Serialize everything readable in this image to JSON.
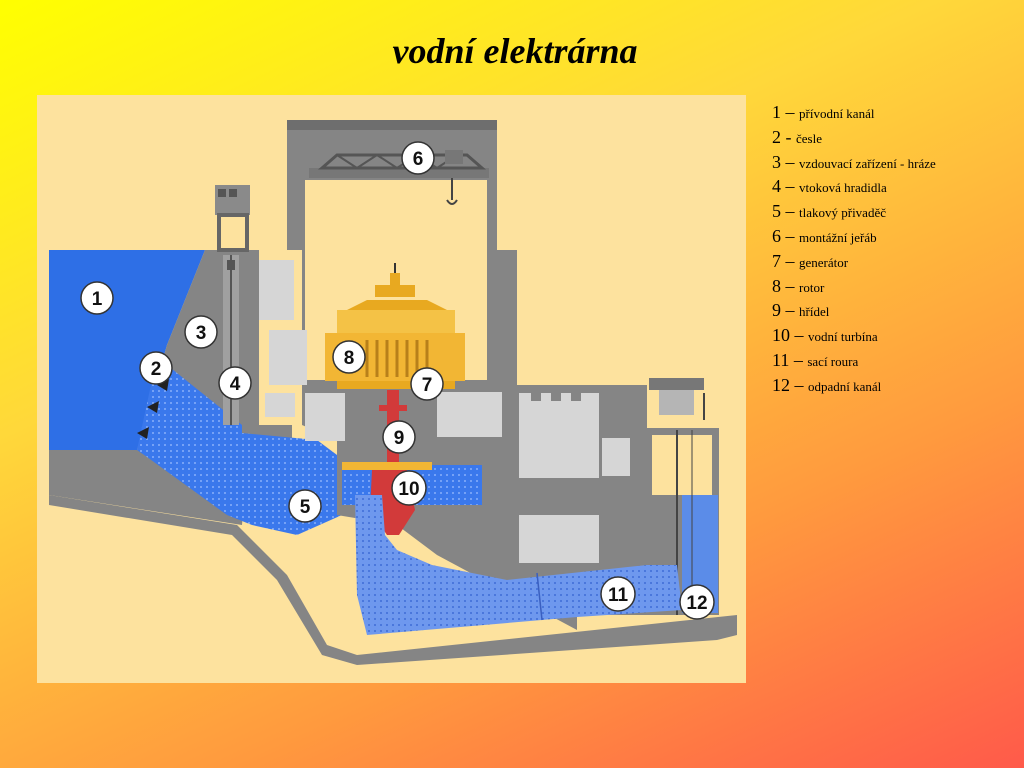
{
  "title": "vodní elektrárna",
  "legend": [
    {
      "num": "1",
      "sep": "–",
      "text": "přívodní kanál"
    },
    {
      "num": "2",
      "sep": "-",
      "text": "česle"
    },
    {
      "num": "3",
      "sep": "–",
      "text": "vzdouvací zařízení - hráze"
    },
    {
      "num": "4",
      "sep": "–",
      "text": "vtoková hradidla"
    },
    {
      "num": "5",
      "sep": "–",
      "text": "tlakový přivaděč"
    },
    {
      "num": "6",
      "sep": "–",
      "text": "montážní jeřáb"
    },
    {
      "num": "7",
      "sep": "–",
      "text": "generátor"
    },
    {
      "num": "8",
      "sep": "–",
      "text": "rotor"
    },
    {
      "num": "9",
      "sep": "–",
      "text": "hřídel"
    },
    {
      "num": "10",
      "sep": "–",
      "text": "vodní turbína"
    },
    {
      "num": "11",
      "sep": "–",
      "text": "sací roura"
    },
    {
      "num": "12",
      "sep": "–",
      "text": "odpadní kanál"
    }
  ],
  "callouts": [
    "1",
    "2",
    "3",
    "4",
    "5",
    "6",
    "7",
    "8",
    "9",
    "10",
    "11",
    "12"
  ],
  "colors": {
    "concrete": "#858585",
    "water": "#2e6fe6",
    "water_pattern": "#4f8ff0",
    "tailrace": "#6e98ee",
    "machinery": "#f2b634",
    "shaft": "#d23a3a",
    "room": "#d6d6d6",
    "diagram_background": "#fde29e"
  }
}
